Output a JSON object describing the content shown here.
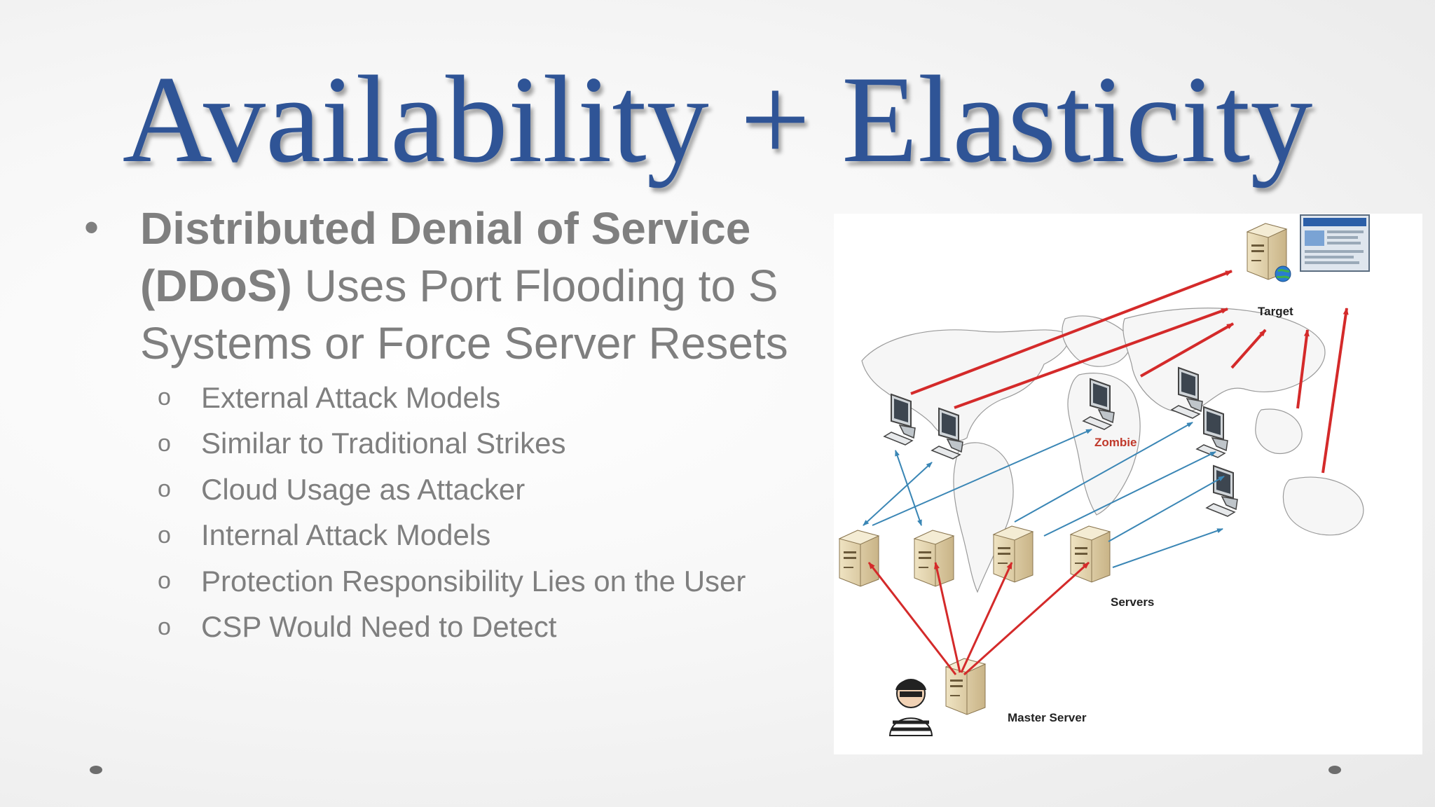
{
  "slide": {
    "title": "Availability + Elasticity",
    "main_bullet": {
      "marker": "•",
      "bold_text": "Distributed Denial of Service",
      "bold_text_2": "(DDoS)",
      "line2_rest": " Uses Port Flooding to S",
      "line3": "Systems or Force Server Resets"
    },
    "sub_bullet_marker": "o",
    "sub_bullets": [
      "External Attack Models",
      "Similar to Traditional Strikes",
      "Cloud Usage as Attacker",
      "Internal Attack Models",
      "Protection Responsibility Lies on the User",
      "CSP Would Need to Detect"
    ]
  },
  "figure": {
    "labels": {
      "target": "Target",
      "zombie": "Zombie",
      "servers": "Servers",
      "master_server": "Master Server"
    }
  },
  "colors": {
    "title": "#2f5496",
    "body_text": "#7f7f7f",
    "attack_arrow": "#d42a2a",
    "control_arrow": "#3a86b5"
  }
}
